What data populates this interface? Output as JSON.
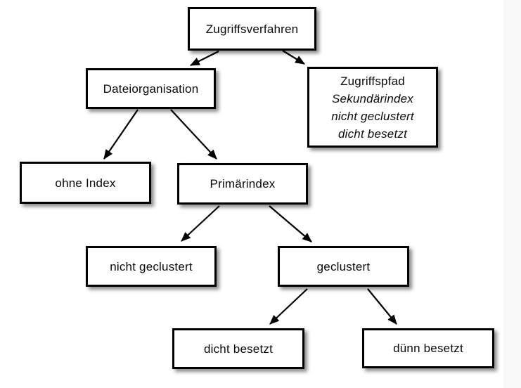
{
  "diagram": {
    "title": "Zugriffsverfahren tree",
    "colors": {
      "background": "#ffffff",
      "box_fill": "#ffffff",
      "box_border": "#000000",
      "text": "#0a0a0a",
      "arrow": "#000000",
      "side_strip": "#f9f9fa"
    },
    "nodes": {
      "root": {
        "label": "Zugriffsverfahren"
      },
      "dateiorganisation": {
        "label": "Dateiorganisation"
      },
      "zugriffspfad": {
        "lines": [
          "Zugriffspfad",
          "Sekundärindex",
          "nicht geclustert",
          "dicht besetzt"
        ]
      },
      "ohne_index": {
        "label": "ohne Index"
      },
      "primaerindex": {
        "label": "Primärindex"
      },
      "nicht_geclustert": {
        "label": "nicht geclustert"
      },
      "geclustert": {
        "label": "geclustert"
      },
      "dicht_besetzt": {
        "label": "dicht besetzt"
      },
      "duenn_besetzt": {
        "label": "dünn besetzt"
      }
    },
    "edges": [
      {
        "from": "root",
        "to": "dateiorganisation"
      },
      {
        "from": "root",
        "to": "zugriffspfad"
      },
      {
        "from": "dateiorganisation",
        "to": "ohne_index"
      },
      {
        "from": "dateiorganisation",
        "to": "primaerindex"
      },
      {
        "from": "primaerindex",
        "to": "nicht_geclustert"
      },
      {
        "from": "primaerindex",
        "to": "geclustert"
      },
      {
        "from": "geclustert",
        "to": "dicht_besetzt"
      },
      {
        "from": "geclustert",
        "to": "duenn_besetzt"
      }
    ]
  }
}
